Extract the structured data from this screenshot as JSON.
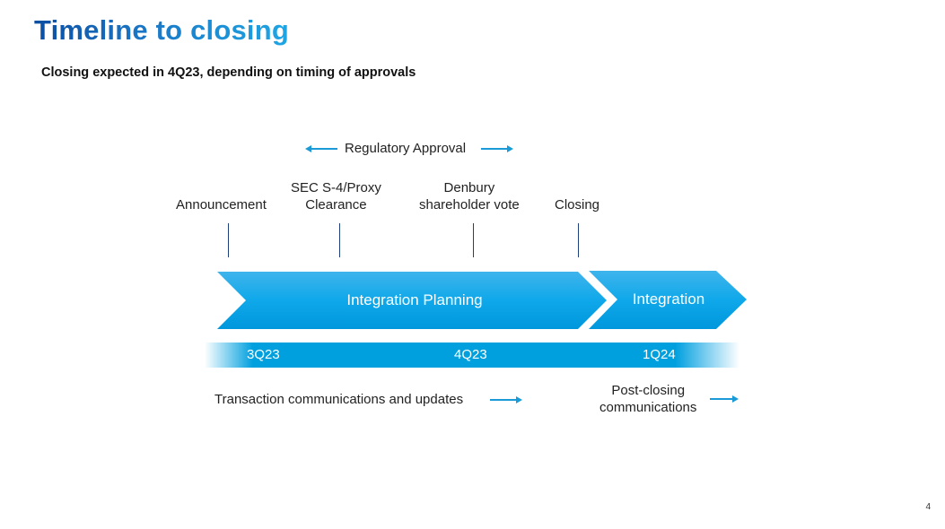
{
  "slide": {
    "title": "Timeline to closing",
    "subtitle": "Closing expected in 4Q23, depending on timing of approvals",
    "page_number": "4"
  },
  "regulatory": {
    "label": "Regulatory Approval",
    "icons": [
      "arrow-left-icon",
      "arrow-right-icon"
    ]
  },
  "milestones": [
    {
      "line1": "Announcement",
      "line2": ""
    },
    {
      "line1": "SEC S-4/Proxy",
      "line2": "Clearance"
    },
    {
      "line1": "Denbury",
      "line2": "shareholder vote"
    },
    {
      "line1": "Closing",
      "line2": ""
    }
  ],
  "phases": [
    {
      "label": "Integration Planning"
    },
    {
      "label": "Integration"
    }
  ],
  "quarters": [
    "3Q23",
    "4Q23",
    "1Q24"
  ],
  "communications": [
    {
      "line1": "Transaction communications and updates",
      "line2": ""
    },
    {
      "line1": "Post-closing",
      "line2": "communications"
    }
  ],
  "colors": {
    "title_dark": "#0b4ea2",
    "title_light": "#1ea6e4",
    "chevron": "#0fa5e6",
    "quarter_bar": "#00a0df",
    "milestone_line": "#1d3f7a",
    "arrow": "#1a9ad6"
  }
}
